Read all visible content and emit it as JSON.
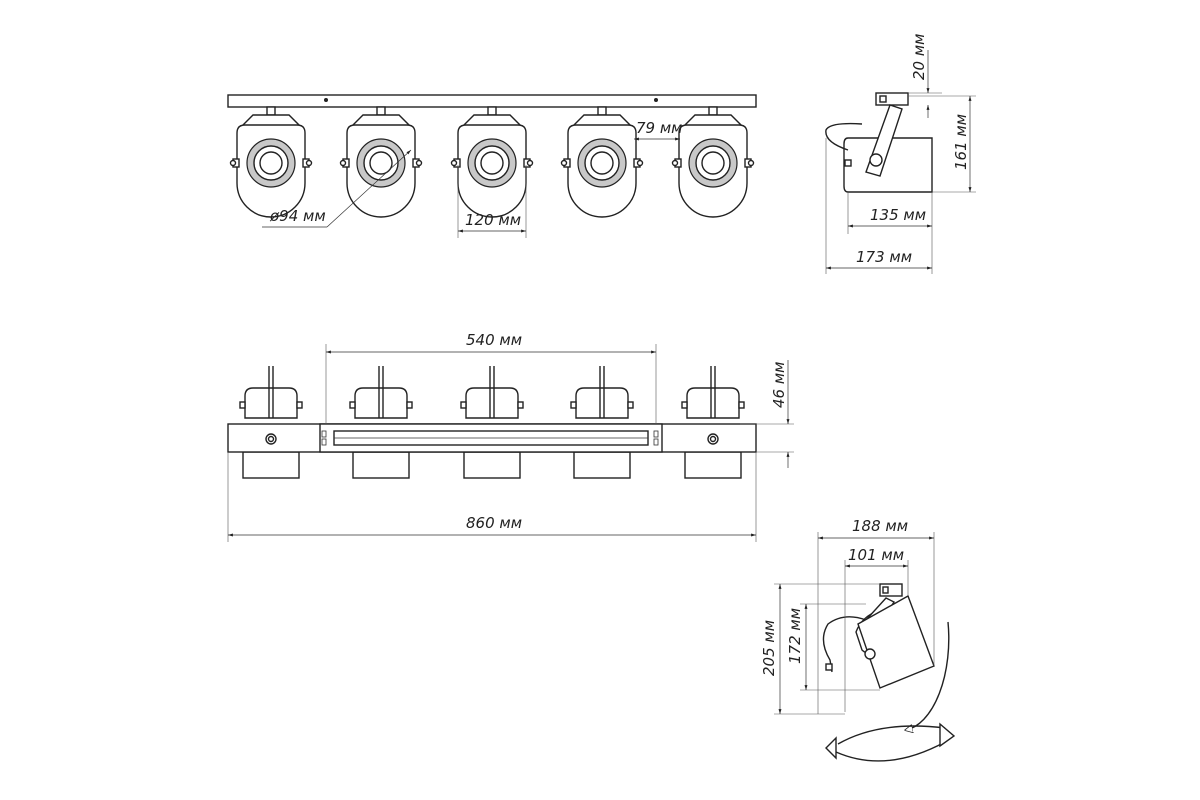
{
  "dimensions": {
    "lens_diameter": "ø94 мм",
    "head_width": "120 мм",
    "head_gap": "79 мм",
    "side_mount_height": "20 мм",
    "side_head_height": "161 мм",
    "side_head_length": "135 мм",
    "side_total_length": "173 мм",
    "center_spacing": "540 мм",
    "bar_height": "46 мм",
    "total_length": "860 мм",
    "tilt_total_width": "188 мм",
    "tilt_head_width": "101 мм",
    "tilt_total_height": "205 мм",
    "tilt_head_height": "172 мм"
  }
}
